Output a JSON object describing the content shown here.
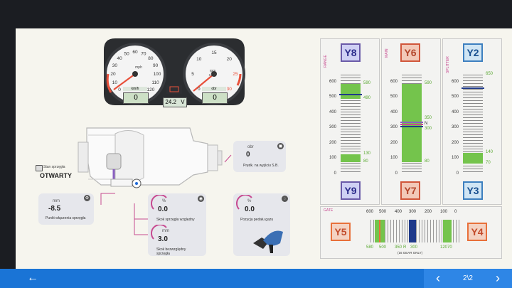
{
  "gauges": {
    "speed": {
      "scale": [
        "0",
        "10",
        "20",
        "30",
        "40",
        "50",
        "60",
        "70",
        "80",
        "90",
        "100",
        "110",
        "120"
      ],
      "unit": "km/h",
      "unit_sub": "mph",
      "value": "0"
    },
    "voltage": {
      "value": "24.2",
      "unit": "V"
    },
    "rpm": {
      "scale": [
        "0",
        "5",
        "10",
        "15",
        "20",
        "25",
        "30"
      ],
      "unit": "obr",
      "unit_top": "rpm",
      "unit_mult": "x100",
      "value": "0"
    }
  },
  "clutch_state": {
    "label": "Stan sprzęgła",
    "value": "OTWARTY"
  },
  "cards": {
    "clutch_point": {
      "unit": "mm",
      "value": "-8.5",
      "caption": "Punkt włączenia sprzęgła"
    },
    "output_speed": {
      "unit": "obr",
      "value": "0",
      "caption": "Prędk. na wyjściu S.B."
    },
    "clutch_rel": {
      "unit": "%",
      "value": "0.0",
      "caption": "Skok sprzęgła względny"
    },
    "clutch_abs": {
      "unit": "mm",
      "value": "3.0",
      "caption": "Skok bezwzględny sprzęgła"
    },
    "gas": {
      "unit": "%",
      "value": "0.0",
      "caption": "Pozycja pedału gazu"
    }
  },
  "range": {
    "title": "RANGE",
    "top": "Y8",
    "bottom": "Y9",
    "axis": [
      "600",
      "500",
      "400",
      "300",
      "200",
      "100",
      "0"
    ],
    "marks": [
      "590",
      "490",
      "130",
      "80"
    ]
  },
  "main": {
    "title": "MAIN",
    "top": "Y6",
    "bottom": "Y7",
    "axis": [
      "600",
      "500",
      "400",
      "300",
      "200",
      "100",
      "0"
    ],
    "marks": [
      "590",
      "350",
      "N",
      "300",
      "80"
    ]
  },
  "splitter": {
    "title": "SPLITTER",
    "top": "Y2",
    "bottom": "Y3",
    "axis": [
      "600",
      "500",
      "400",
      "300",
      "200",
      "100",
      "0"
    ],
    "marks": [
      "650",
      "140",
      "70"
    ]
  },
  "gate": {
    "title": "GATE",
    "left": "Y5",
    "right": "Y4",
    "scale_top": [
      "600",
      "500",
      "400",
      "300",
      "200",
      "100",
      "0"
    ],
    "scale_bottom": [
      "580",
      "500",
      "350",
      "R",
      "300",
      "120",
      "70"
    ],
    "note": "(16 GEAR ONLY)"
  },
  "nav": {
    "page": "2\\2"
  },
  "colors": {
    "green": "#74c44c",
    "purple": "#8a5fc1",
    "red": "#e8503a",
    "blue": "#1f6ad8",
    "bar": "#1a74d6"
  }
}
